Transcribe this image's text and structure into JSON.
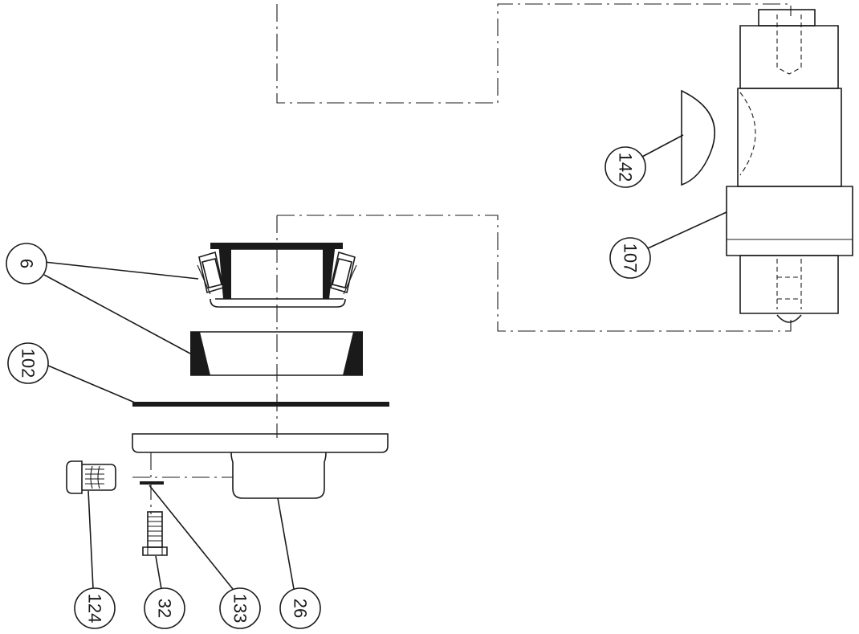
{
  "callouts": [
    {
      "id": "c6",
      "text": "6"
    },
    {
      "id": "c102",
      "text": "102"
    },
    {
      "id": "c124",
      "text": "124"
    },
    {
      "id": "c32",
      "text": "32"
    },
    {
      "id": "c133",
      "text": "133"
    },
    {
      "id": "c26",
      "text": "26"
    },
    {
      "id": "c142",
      "text": "142"
    },
    {
      "id": "c107",
      "text": "107"
    }
  ],
  "colors": {
    "ink": "#1a1a1a",
    "paper": "#ffffff"
  }
}
